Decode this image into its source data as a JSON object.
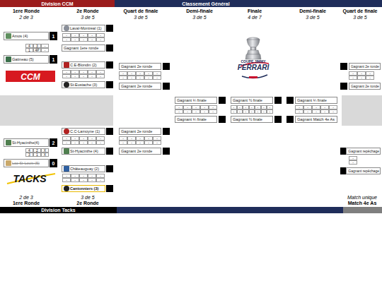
{
  "diagram": {
    "nodes": [
      {
        "text": [
          "Division CCM"
        ]
      },
      {
        "text": [
          "Classement Général"
        ]
      },
      {
        "text": [
          "Amos (4)"
        ]
      },
      {
        "text": [
          "1"
        ]
      },
      {
        "text": [
          "Gatineau (5)"
        ]
      },
      {
        "text": [
          "1"
        ]
      },
      {
        "text": [
          "Laval-Montréal (1)"
        ]
      },
      {
        "text": [
          "Gagnant 1ere ronde"
        ]
      },
      {
        "text": [
          "C.E-Blondin (2)"
        ]
      },
      {
        "text": [
          "St-Eustache (3)"
        ]
      },
      {
        "text": [
          "Gagnant 2e ronde"
        ]
      },
      {
        "text": [
          "Gagnant 2e ronde"
        ]
      },
      {
        "text": [
          "Gagnant 2e ronde"
        ]
      },
      {
        "text": [
          "Gagnant 2e ronde"
        ]
      },
      {
        "text": [
          "Gagnant ¼ finale"
        ]
      },
      {
        "text": [
          "Gagnant ¼ finale"
        ]
      },
      {
        "text": [
          "Gagnant ½ finale"
        ]
      },
      {
        "text": [
          "Gagnant ½ finale"
        ]
      },
      {
        "text": [
          "Gagnant ¼ finale"
        ]
      },
      {
        "text": [
          "Gagnant Match 4e As"
        ]
      },
      {
        "text": [
          "St-Hyacinthe(4)"
        ]
      },
      {
        "text": [
          "2"
        ]
      },
      {
        "text": [
          "Lac St-Louis (5)"
        ]
      },
      {
        "text": [
          "0"
        ]
      },
      {
        "text": [
          "C.C-Lamoyne (1)"
        ]
      },
      {
        "text": [
          "St-Hyacinthe (4)"
        ]
      },
      {
        "text": [
          "Châteauguay (2)"
        ]
      },
      {
        "text": [
          "Cantonniers (3)"
        ]
      },
      {
        "text": [
          "Gagnant 2e ronde"
        ]
      },
      {
        "text": [
          "Gagnant 2e ronde"
        ]
      },
      {
        "text": [
          "Gagnant repêchage"
        ]
      },
      {
        "text": [
          "Gagnant repêchage"
        ]
      },
      {
        "text": [
          "Division Tacks"
        ]
      }
    ],
    "labels": [
      "1ere Ronde",
      "2 de 3",
      "2e Ronde",
      "3 de 5",
      "Quart de finale",
      "3 de 5",
      "Demi-finale",
      "3 de 5",
      "Finale",
      "4 de 7",
      "Demi-finale",
      "3 de 5",
      "Quart de finale",
      "3 de 5",
      "CCM",
      "COUPE JIMMY",
      "FERRARI",
      "TACKS",
      "2 de 3",
      "1ere Ronde",
      "3 de 5",
      "2e Ronde",
      "Match unique",
      "Match 4e As",
      "4",
      "3",
      "-",
      "1",
      "4P",
      "-",
      "-",
      "-",
      "-",
      "-",
      "-",
      "-",
      "-",
      "-",
      "-",
      "-",
      "-",
      "-",
      "-",
      "-",
      "-",
      "-",
      "-",
      "-",
      "-",
      "-",
      "-",
      "-",
      "-",
      "-",
      "-",
      "-",
      "-",
      "-",
      "-",
      "-",
      "-",
      "-",
      "-",
      "-",
      "-",
      "-",
      "-",
      "-",
      "-",
      "-",
      "-",
      "-",
      "-",
      "-",
      "-",
      "-",
      "-",
      "-",
      "-",
      "-",
      "-",
      "-",
      "-",
      "-",
      "-",
      "-",
      "-",
      "-",
      "-",
      "-",
      "-",
      "-",
      "-",
      "-",
      "-",
      "-",
      "-",
      "-",
      "-",
      "-",
      "4",
      "2",
      "X",
      "3",
      "1",
      "X",
      "-",
      "-",
      "-",
      "-",
      "-",
      "-",
      "-",
      "-",
      "-",
      "-",
      "-",
      "-",
      "-",
      "-",
      "-",
      "-",
      "-",
      "-",
      "-",
      "-",
      "-",
      "-",
      "-",
      "-",
      "-",
      "-",
      "-",
      "-",
      "-",
      "-",
      "-",
      "-"
    ]
  }
}
